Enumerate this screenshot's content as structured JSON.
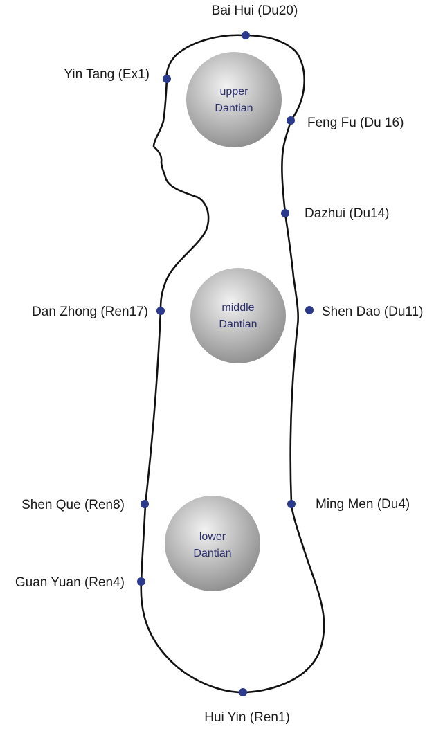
{
  "colors": {
    "outline": "#111111",
    "point": "#2b3a8c",
    "label": "#1a1a1a",
    "dantian_text": "#2b2f6e",
    "sphere_light": "#f2f2f2",
    "sphere_dark": "#8c8c8c"
  },
  "points": [
    {
      "id": "bai-hui",
      "label": "Bai Hui (Du20)"
    },
    {
      "id": "yin-tang",
      "label": "Yin Tang (Ex1)"
    },
    {
      "id": "feng-fu",
      "label": "Feng Fu (Du 16)"
    },
    {
      "id": "dazhui",
      "label": "Dazhui (Du14)"
    },
    {
      "id": "dan-zhong",
      "label": "Dan Zhong (Ren17)"
    },
    {
      "id": "shen-dao",
      "label": "Shen Dao (Du11)"
    },
    {
      "id": "shen-que",
      "label": "Shen Que (Ren8)"
    },
    {
      "id": "ming-men",
      "label": "Ming Men (Du4)"
    },
    {
      "id": "guan-yuan",
      "label": "Guan Yuan (Ren4)"
    },
    {
      "id": "hui-yin",
      "label": "Hui Yin (Ren1)"
    }
  ],
  "dantians": [
    {
      "id": "upper",
      "line1": "upper",
      "line2": "Dantian"
    },
    {
      "id": "middle",
      "line1": "middle",
      "line2": "Dantian"
    },
    {
      "id": "lower",
      "line1": "lower",
      "line2": "Dantian"
    }
  ]
}
